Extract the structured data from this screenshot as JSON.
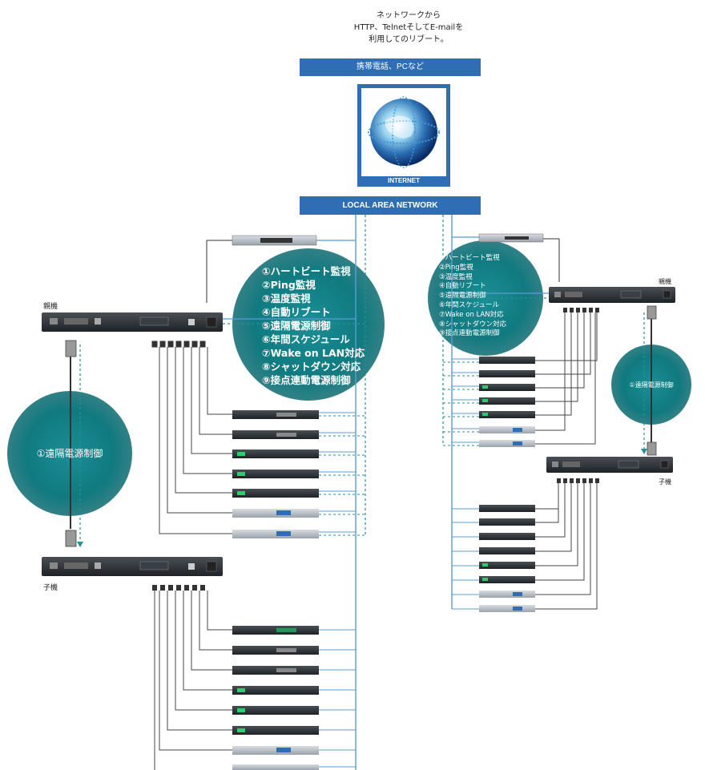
{
  "top_caption": [
    "ネットワークから",
    "HTTP、TelnetそしてE-mailを",
    "利用してのリブート。"
  ],
  "mobile_bar": "携帯電話、PCなど",
  "internet_label": "INTERNET",
  "lan_bar": "LOCAL AREA NETWORK",
  "features": [
    "①ハートビート監視",
    "②Ping監視",
    "③温度監視",
    "④自動リブート",
    "⑤遠隔電源制御",
    "⑥年間スケジュール",
    "⑦Wake on LAN対応",
    "⑧シャットダウン対応",
    "⑨接点連動電源制御"
  ],
  "left": {
    "parent_label": "親機",
    "child_label": "子機",
    "remote_label": "①遠隔電源制御"
  },
  "right": {
    "parent_label": "親機",
    "child_label": "子機",
    "remote_label": "①遠隔電源制御"
  },
  "colors": {
    "network_blue": "#2f6eb5",
    "teal": "#0f7c82",
    "link_line": "#5b9bd5",
    "dashed": "#2a8f95"
  }
}
